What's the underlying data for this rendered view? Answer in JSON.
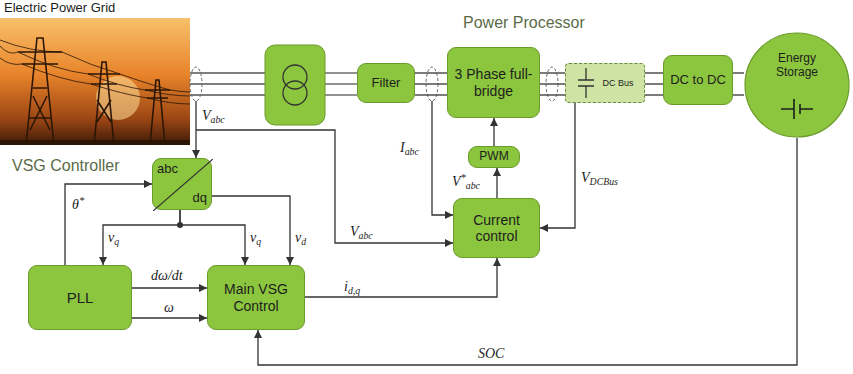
{
  "diagram": {
    "nodes": [
      {
        "text": [
          "Power Processor"
        ]
      },
      {
        "text": [
          "Filter"
        ],
        "in": 0
      },
      {
        "text": [
          "3 Phase full-bridge"
        ],
        "in": 0
      },
      {
        "text": [
          "DC Bus"
        ],
        "in": 0
      },
      {
        "text": [
          "DC to DC"
        ],
        "in": 0
      },
      {
        "text": [
          "PWM"
        ],
        "in": 0
      },
      {
        "text": [
          "Current control"
        ],
        "in": 0
      },
      {
        "text": [
          "Energy Storage"
        ]
      },
      {
        "text": [
          "VSG Controller"
        ]
      },
      {
        "text": [
          "abc",
          "dq"
        ],
        "in": 8
      },
      {
        "text": [
          "PLL"
        ],
        "in": 8
      },
      {
        "text": [
          "Main VSG Control"
        ],
        "in": 8
      }
    ],
    "edges": [
      {
        "from": 1,
        "to": 2,
        "arrow": "none"
      },
      {
        "from": 2,
        "to": 3,
        "arrow": "none"
      },
      {
        "from": 3,
        "to": 4,
        "arrow": "none"
      },
      {
        "from": 4,
        "to": 7,
        "arrow": "none"
      },
      {
        "from": 6,
        "to": 5,
        "arrow": "to"
      },
      {
        "from": 5,
        "to": 2,
        "arrow": "to"
      },
      {
        "from": 3,
        "to": 6,
        "arrow": "to"
      },
      {
        "from": 10,
        "to": 9,
        "arrow": "to"
      },
      {
        "from": 9,
        "to": 10,
        "arrow": "to"
      },
      {
        "from": 9,
        "to": 11,
        "arrow": "to"
      },
      {
        "from": 9,
        "to": 11,
        "arrow": "to"
      },
      {
        "from": 10,
        "to": 11,
        "arrow": "to"
      },
      {
        "from": 10,
        "to": 11,
        "arrow": "to"
      },
      {
        "from": 11,
        "to": 6,
        "arrow": "to"
      },
      {
        "from": 7,
        "to": 11,
        "arrow": "to"
      }
    ],
    "labels": [
      "Electric Power Grid",
      "Vabc",
      "Iabc",
      "V*abc",
      "VDCBus",
      "Vabc",
      "θ*",
      "vq",
      "vq",
      "vd",
      "dω/dt",
      "ω",
      "id,q",
      "SOC"
    ]
  }
}
